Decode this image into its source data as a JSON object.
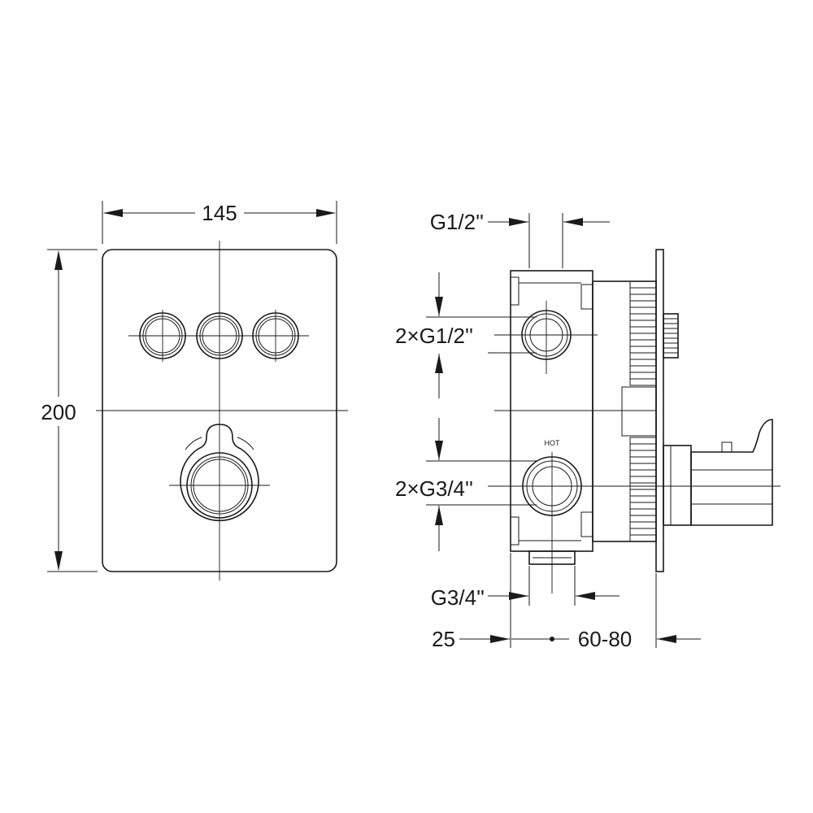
{
  "front_view": {
    "width_label": "145",
    "height_label": "200"
  },
  "side_view": {
    "top_port_label": "G1/2''",
    "upper_ports_label": "2×G1/2''",
    "hot_label": "HOT",
    "lower_ports_label": "2×G3/4''",
    "bottom_port_label": "G3/4''",
    "depth_a_label": "25",
    "depth_b_label": "60-80"
  },
  "colors": {
    "line": "#1a1a1a",
    "background": "#ffffff"
  }
}
